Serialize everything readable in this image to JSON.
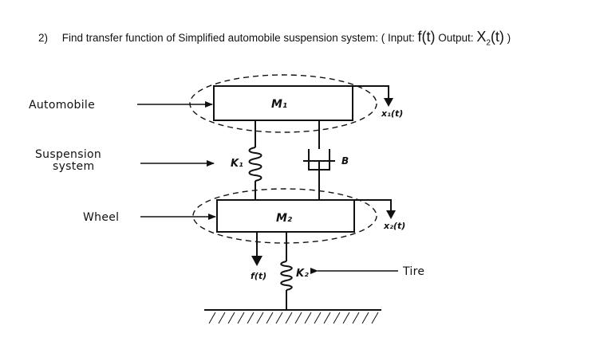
{
  "question": {
    "number": "2)",
    "text": "Find transfer function of Simplified automobile suspension system: ( Input:",
    "input_symbol": "f(t)",
    "output_label": "Output:",
    "output_var": "X",
    "output_sub": "2",
    "output_arg": "(t)",
    "closing": ")"
  },
  "diagram": {
    "labels": {
      "automobile": "Automobile",
      "suspension_line1": "Suspension",
      "suspension_line2": "system",
      "wheel": "Wheel",
      "tire": "Tire"
    },
    "symbols": {
      "m1": "M₁",
      "m2": "M₂",
      "k1": "K₁",
      "k2": "K₂",
      "b": "B",
      "x1": "x₁(t)",
      "x2": "x₂(t)",
      "f": "f(t)"
    }
  }
}
